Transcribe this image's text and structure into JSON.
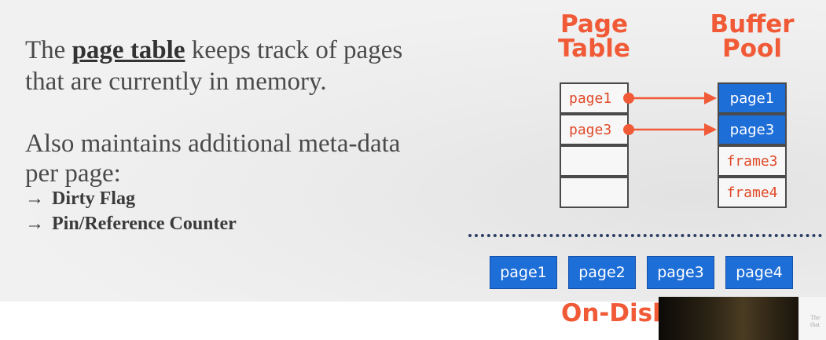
{
  "left_text": {
    "intro_pre": "The ",
    "intro_keyword": "page table",
    "intro_post": " keeps track of pages",
    "intro_line2": "that are currently in memory.",
    "meta_line1": "Also maintains additional meta-data",
    "meta_line2": "per page:",
    "bullets": [
      {
        "arrow": "→",
        "text": "Dirty Flag"
      },
      {
        "arrow": "→",
        "text": "Pin/Reference Counter"
      }
    ]
  },
  "page_table": {
    "title_line1": "Page",
    "title_line2": "Table",
    "rows": [
      "page1",
      "page3",
      "",
      ""
    ]
  },
  "buffer_pool": {
    "title_line1": "Buffer",
    "title_line2": "Pool",
    "frames": [
      {
        "label": "page1",
        "filled": true
      },
      {
        "label": "page3",
        "filled": true
      },
      {
        "label": "frame3",
        "filled": false
      },
      {
        "label": "frame4",
        "filled": false
      }
    ]
  },
  "on_disk": {
    "title": "On-Disk",
    "pages": [
      "page1",
      "page2",
      "page3",
      "page4"
    ]
  },
  "thumbnail": {
    "line1": "The",
    "line2": "that"
  },
  "colors": {
    "accent": "#f15a37",
    "block_blue": "#1e6ed8",
    "text": "#4a4a4a",
    "divider": "#2c3e63"
  }
}
